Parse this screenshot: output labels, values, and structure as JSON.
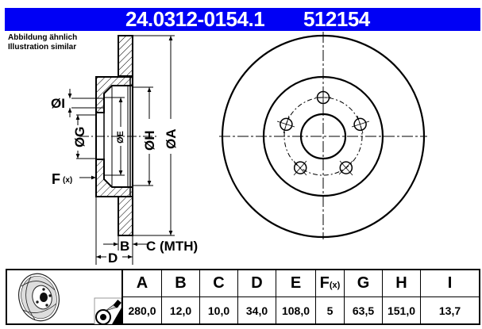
{
  "header": {
    "part_number": "24.0312-0154.1",
    "reference_number": "512154",
    "background_color": "#0000f5"
  },
  "caption": {
    "line1": "Abbildung ähnlich",
    "line2": "Illustration similar"
  },
  "drawing": {
    "labels": {
      "diam_i": "ØI",
      "diam_g": "ØG",
      "diam_e": "ØE",
      "diam_h": "ØH",
      "diam_a": "ØA",
      "f_main": "F",
      "f_sub": "(x)",
      "b": "B",
      "c": "C (MTH)",
      "d": "D"
    },
    "front_view": {
      "bolt_holes": 5
    }
  },
  "table": {
    "columns": [
      {
        "key": "A",
        "label": "A",
        "value": "280,0"
      },
      {
        "key": "B",
        "label": "B",
        "value": "12,0"
      },
      {
        "key": "C",
        "label": "C",
        "value": "10,0"
      },
      {
        "key": "D",
        "label": "D",
        "value": "34,0"
      },
      {
        "key": "E",
        "label": "E",
        "value": "108,0"
      },
      {
        "key": "F",
        "label": "F",
        "label_sub": "(x)",
        "value": "5"
      },
      {
        "key": "G",
        "label": "G",
        "value": "63,5"
      },
      {
        "key": "H",
        "label": "H",
        "value": "151,0"
      },
      {
        "key": "I",
        "label": "I",
        "value": "13,7"
      }
    ],
    "icons": [
      "brake-disc-icon",
      "paint-spray-icon"
    ]
  }
}
